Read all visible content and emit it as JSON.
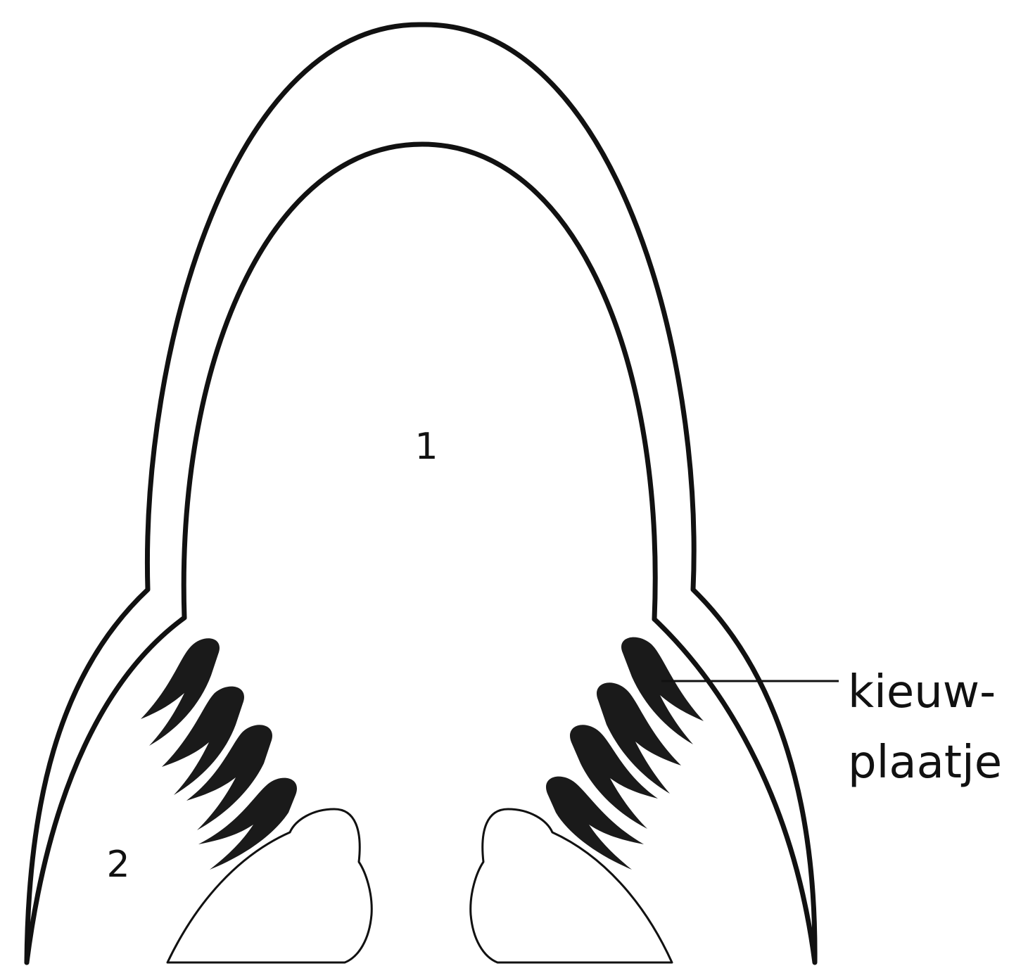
{
  "labels": {
    "region_1": "1",
    "region_2": "2",
    "callout_line1": "kieuw-",
    "callout_line2": "plaatje"
  },
  "colors": {
    "ink": "#111111",
    "background": "#ffffff"
  }
}
